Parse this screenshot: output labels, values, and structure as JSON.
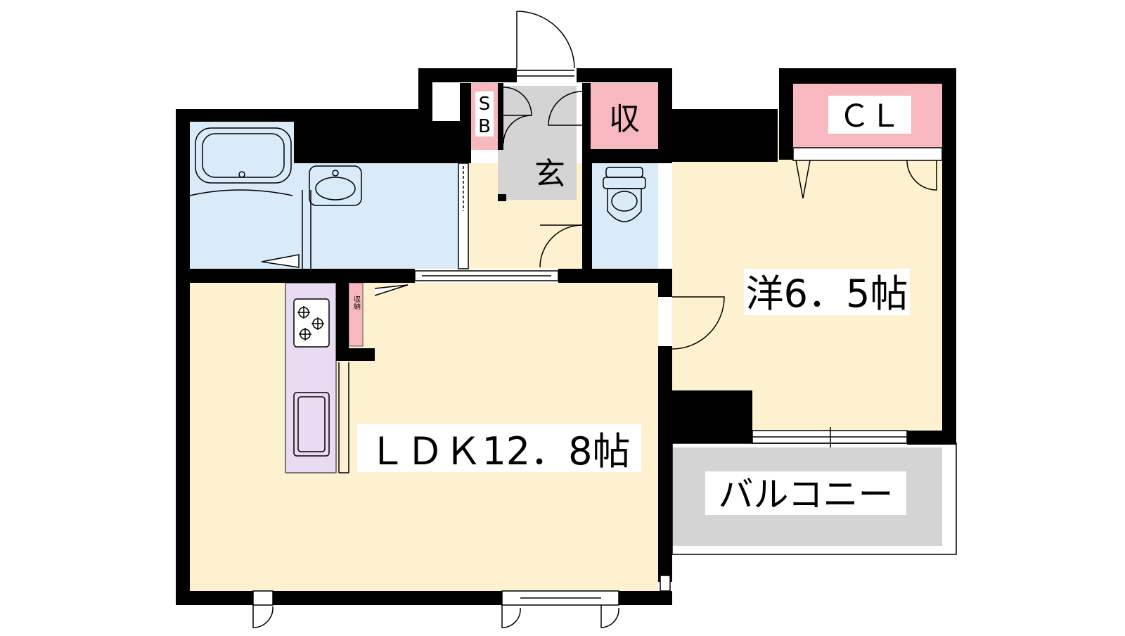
{
  "rooms": {
    "ldk": "ＬＤＫ12．8帖",
    "western": "洋6．5帖",
    "balcony": "バルコニー",
    "entrance": "玄",
    "storage": "収",
    "closet": "ＣＬ",
    "shoebox_s": "S",
    "shoebox_b": "B",
    "small_storage": "収納"
  },
  "colors": {
    "wall": "#000000",
    "floor": "#fdf1d0",
    "wet_area": "#d9eaf9",
    "storage": "#f8b8bf",
    "kitchen": "#e8dbf2",
    "balcony": "#d4d4d4",
    "entrance": "#d4d4d4"
  }
}
